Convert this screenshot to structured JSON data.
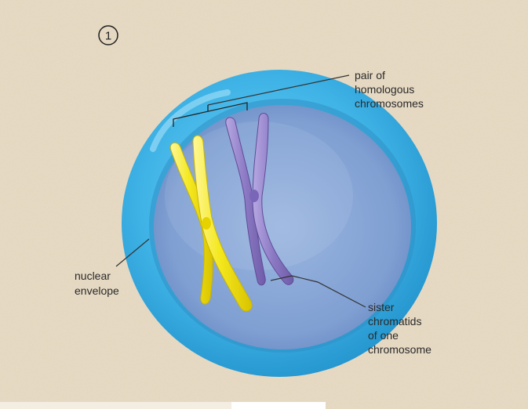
{
  "step_number": "1",
  "labels": {
    "homologous": [
      "pair of",
      "homologous",
      "chromosomes"
    ],
    "nuclear_envelope": [
      "nuclear",
      "envelope"
    ],
    "sister_chromatids": [
      "sister",
      "chromatids",
      "of one",
      "chromosome"
    ]
  },
  "colors": {
    "background": "#e8dcc6",
    "envelope": "#3fb3e6",
    "nucleus_interior": "#8aa9d8",
    "yellow_chromosome": "#f4e81e",
    "purple_chromosome": "#8c79c4",
    "leader_line": "#333333"
  }
}
